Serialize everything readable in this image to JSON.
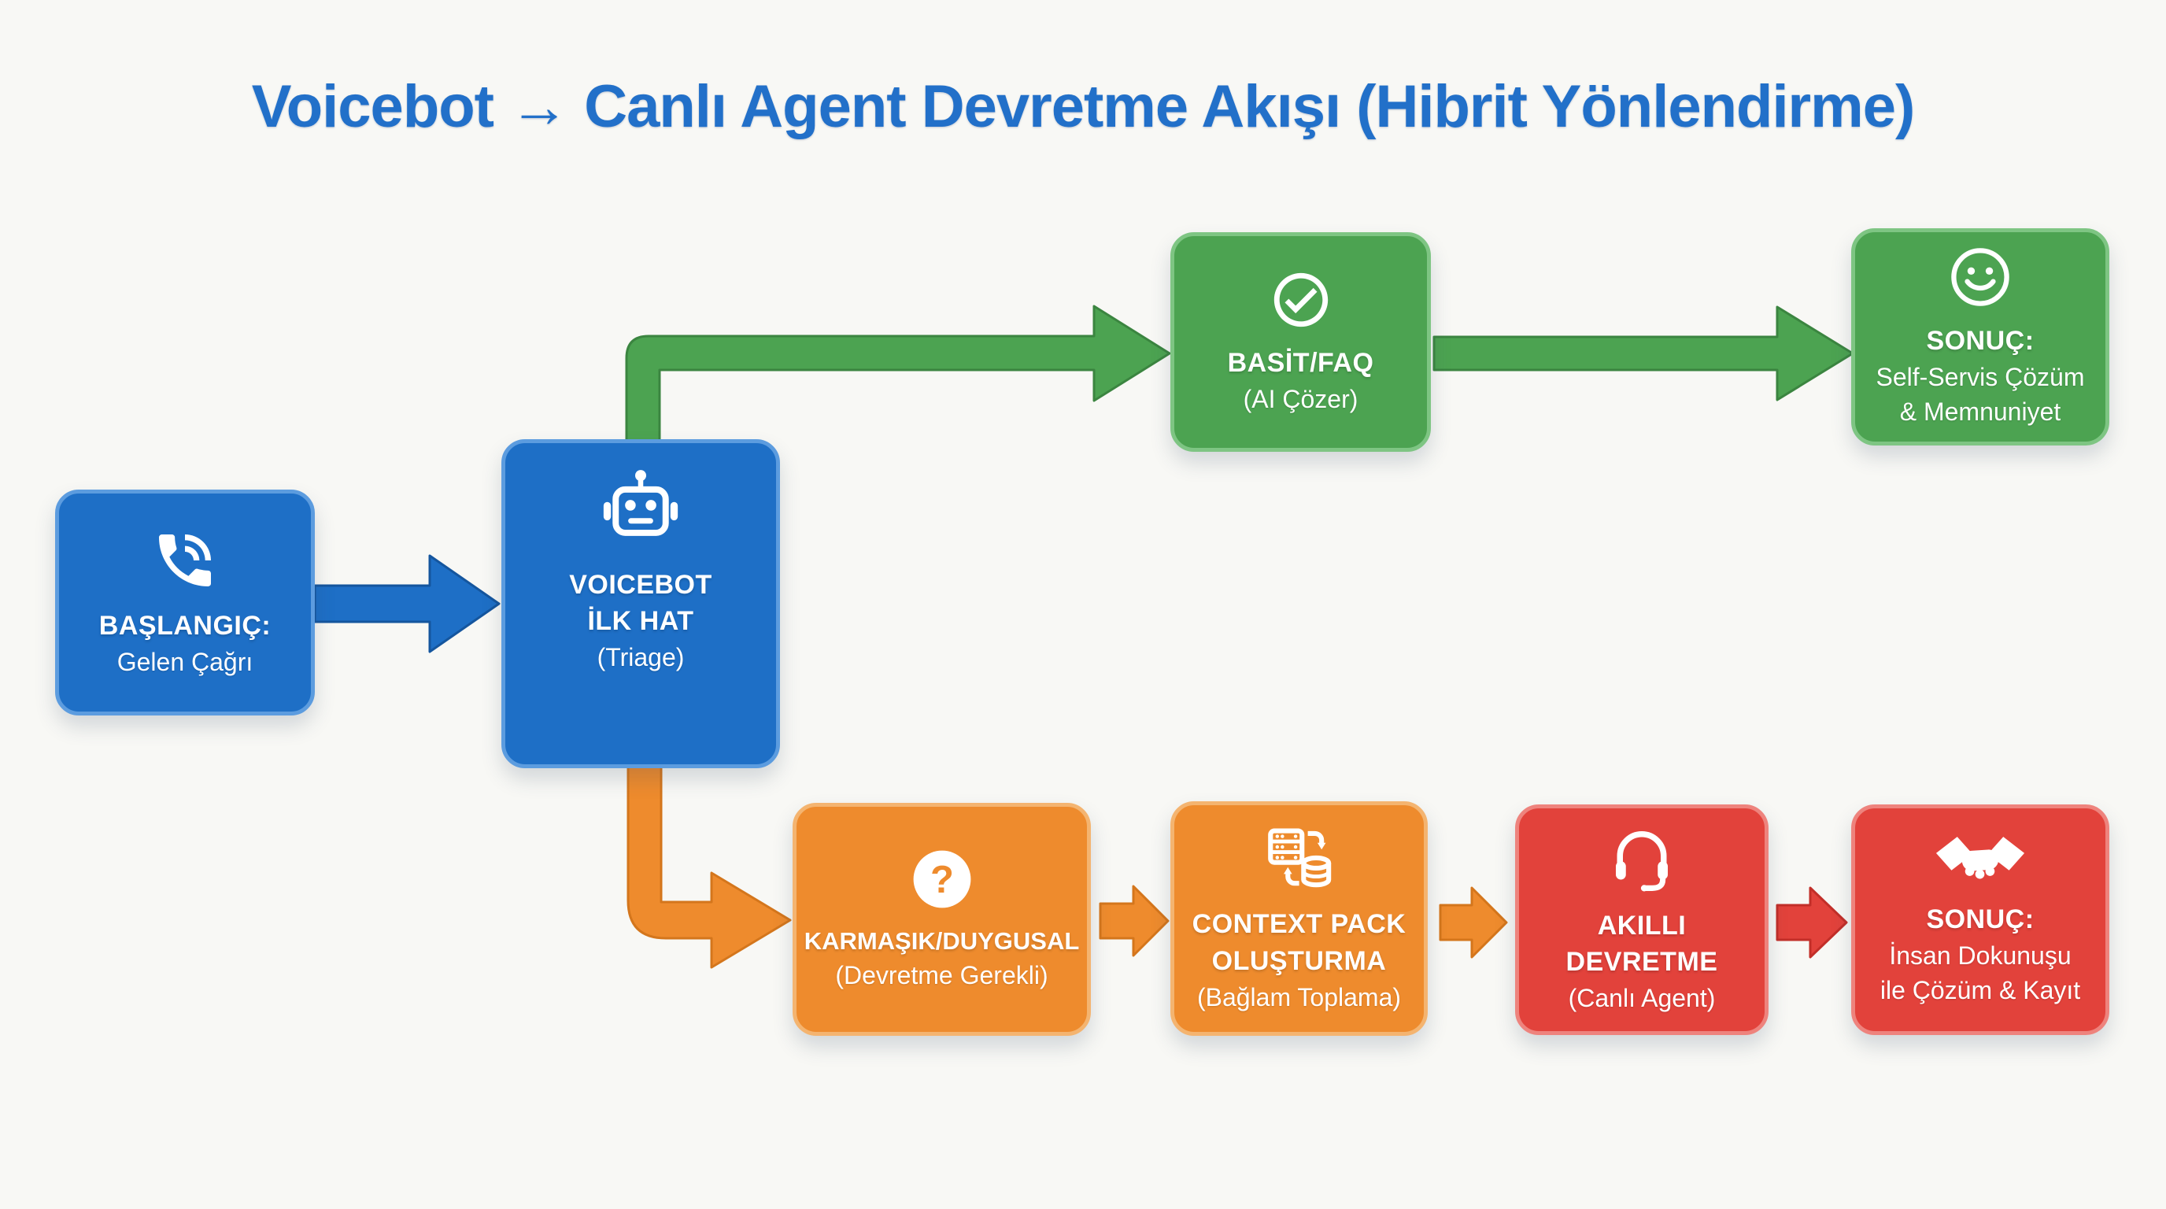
{
  "title": "Voicebot → Canlı Agent Devretme Akışı (Hibrit Yönlendirme)",
  "colors": {
    "title_blue": "#2270C9",
    "node_blue": "#1E6FC6",
    "node_green": "#4CA351",
    "node_orange": "#EE8B2D",
    "node_red": "#E2423B",
    "background": "#F8F8F5"
  },
  "nodes": [
    {
      "id": "start",
      "color": "#1E6FC6",
      "icon": "phone-icon",
      "label_lines": [
        "BAŞLANGIÇ:",
        "Gelen Çağrı"
      ]
    },
    {
      "id": "voicebot",
      "color": "#1E6FC6",
      "icon": "robot-icon",
      "label_lines": [
        "VOICEBOT",
        "İLK HAT",
        "(Triage)"
      ]
    },
    {
      "id": "basit-faq",
      "color": "#4CA351",
      "icon": "check-circle-icon",
      "label_lines": [
        "BASİT/FAQ",
        "(AI Çözer)"
      ]
    },
    {
      "id": "sonuc-self-servis",
      "color": "#4CA351",
      "icon": "smiley-icon",
      "label_lines": [
        "SONUÇ:",
        "Self-Servis Çözüm",
        "& Memnuniyet"
      ]
    },
    {
      "id": "karmasik-duygusal",
      "color": "#EE8B2D",
      "icon": "question-circle-icon",
      "label_lines": [
        "KARMAŞIK/DUYGUSAL",
        "(Devretme Gerekli)"
      ]
    },
    {
      "id": "context-pack",
      "color": "#EE8B2D",
      "icon": "server-sync-icon",
      "label_lines": [
        "CONTEXT PACK",
        "OLUŞTURMA",
        "(Bağlam Toplama)"
      ]
    },
    {
      "id": "akilli-devretme",
      "color": "#E2423B",
      "icon": "headset-icon",
      "label_lines": [
        "AKILLI",
        "DEVRETME",
        "(Canlı Agent)"
      ]
    },
    {
      "id": "sonuc-insan",
      "color": "#E2423B",
      "icon": "handshake-icon",
      "label_lines": [
        "SONUÇ:",
        "İnsan Dokunuşu",
        "ile Çözüm & Kayıt"
      ]
    }
  ],
  "arrows": [
    {
      "from": "start",
      "to": "voicebot",
      "color": "#1E6FC6",
      "shape": "straight"
    },
    {
      "from": "voicebot",
      "to": "basit-faq",
      "color": "#4CA351",
      "shape": "elbow-up-right"
    },
    {
      "from": "basit-faq",
      "to": "sonuc-self-servis",
      "color": "#4CA351",
      "shape": "straight"
    },
    {
      "from": "voicebot",
      "to": "karmasik-duygusal",
      "color": "#EE8B2D",
      "shape": "elbow-down-right"
    },
    {
      "from": "karmasik-duygusal",
      "to": "context-pack",
      "color": "#EE8B2D",
      "shape": "straight"
    },
    {
      "from": "context-pack",
      "to": "akilli-devretme",
      "color": "#EE8B2D",
      "shape": "straight"
    },
    {
      "from": "akilli-devretme",
      "to": "sonuc-insan",
      "color": "#E2423B",
      "shape": "straight"
    }
  ]
}
